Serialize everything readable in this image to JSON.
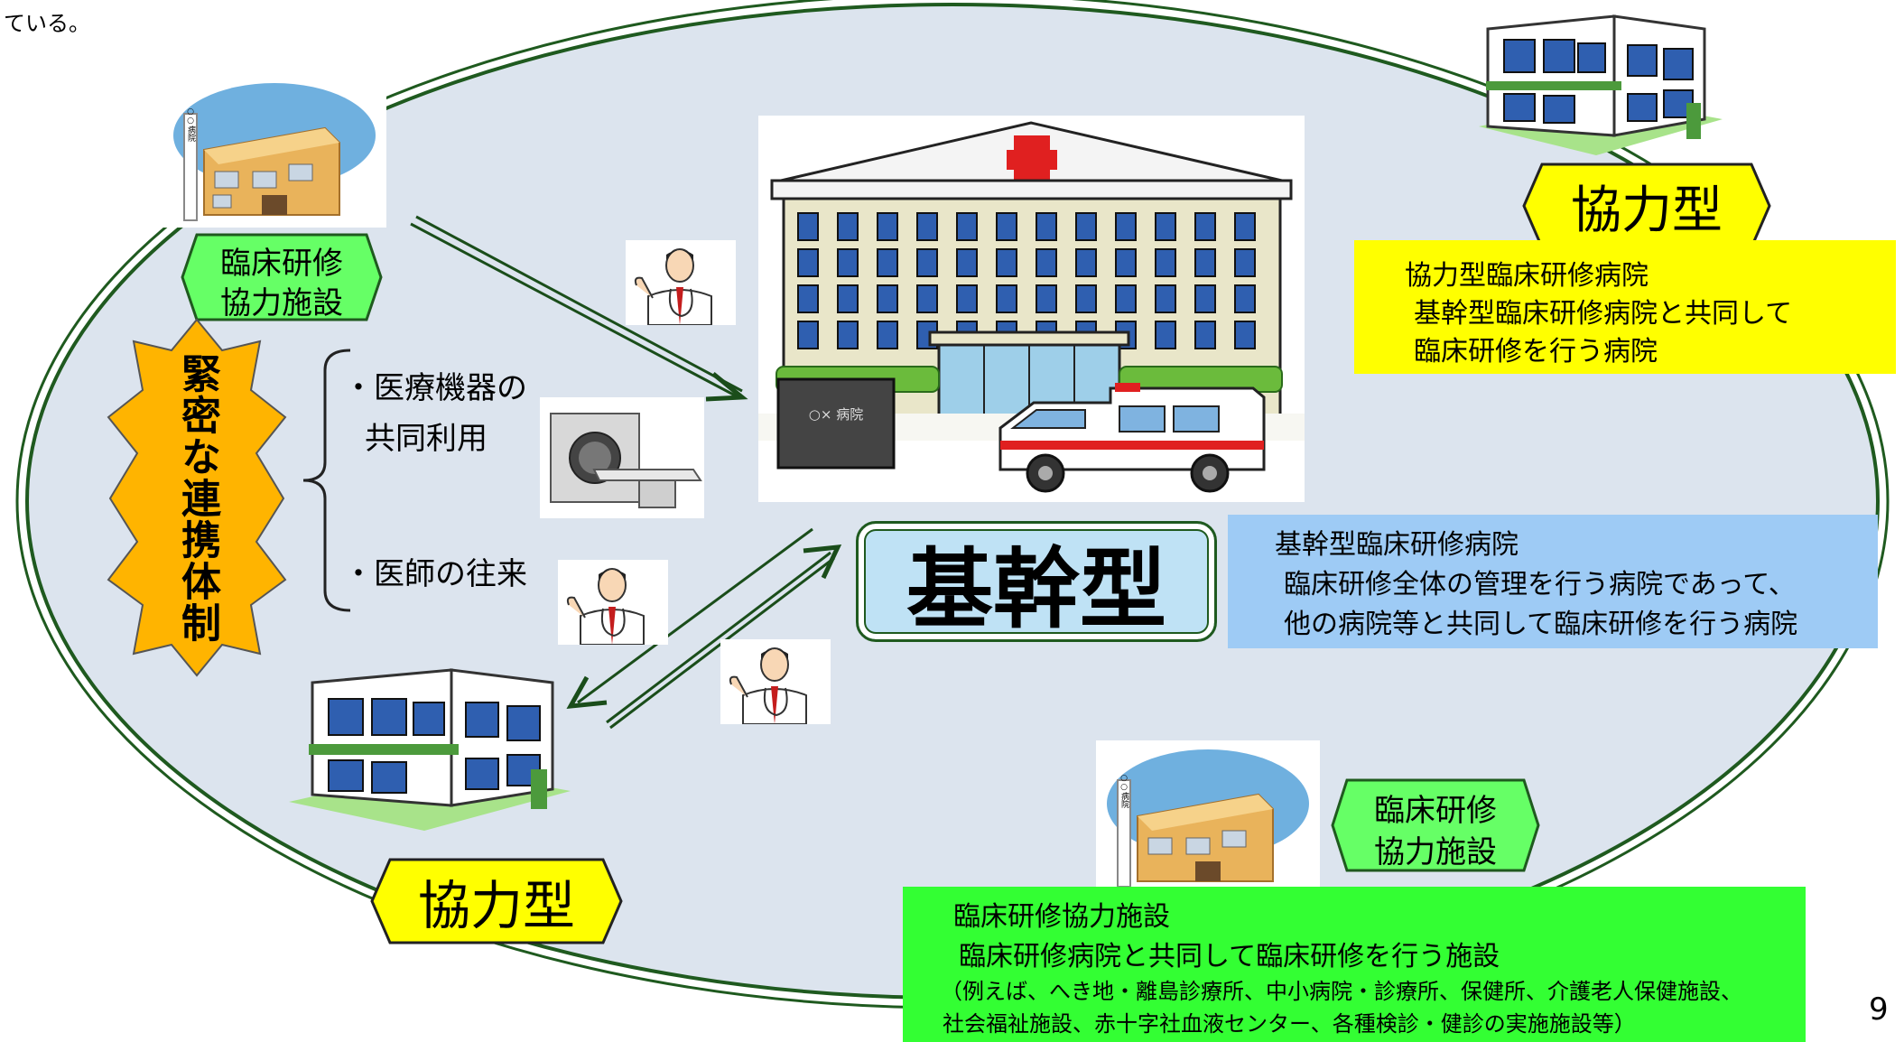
{
  "top_note": "ている。",
  "page_number": "9",
  "core": {
    "label": "基幹型",
    "desc_title": "基幹型臨床研修病院",
    "desc_line1": "臨床研修全体の管理を行う病院であって、",
    "desc_line2": "他の病院等と共同して臨床研修を行う病院",
    "building_sign": "○× 病院"
  },
  "coop_top_right": {
    "label": "協力型",
    "desc_title": "協力型臨床研修病院",
    "desc_line1": "基幹型臨床研修病院と共同して",
    "desc_line2": "臨床研修を行う病院"
  },
  "coop_bottom_left": {
    "label": "協力型"
  },
  "facility_top_left": {
    "label_line1": "臨床研修",
    "label_line2": "協力施設",
    "sign": "○○病院"
  },
  "facility_bottom_right": {
    "label_line1": "臨床研修",
    "label_line2": "協力施設",
    "sign": "○○病院",
    "desc_title": "臨床研修協力施設",
    "desc_line1": "臨床研修病院と共同して臨床研修を行う施設",
    "desc_line2": "（例えば、へき地・離島診療所、中小病院・診療所、保健所、介護老人保健施設、",
    "desc_line3": "社会福祉施設、赤十字社血液センター、各種検診・健診の実施施設等）"
  },
  "cooperation": {
    "badge": "緊密な連携体制",
    "item1_line1": "・医療機器の",
    "item1_line2": "共同利用",
    "item2": "・医師の往来"
  },
  "colors": {
    "ellipse_fill": "#dce4ee",
    "ellipse_border": "#1f5a1f",
    "core_box": "#bfe2f5",
    "coop_badge": "#ffff00",
    "coop_desc": "#ffff00",
    "core_desc": "#9ecbf5",
    "facility_desc": "#33ff33",
    "facility_label": "#66ff66",
    "cooperation_badge": "#ffb400",
    "arrow": "#1a4d1a"
  }
}
